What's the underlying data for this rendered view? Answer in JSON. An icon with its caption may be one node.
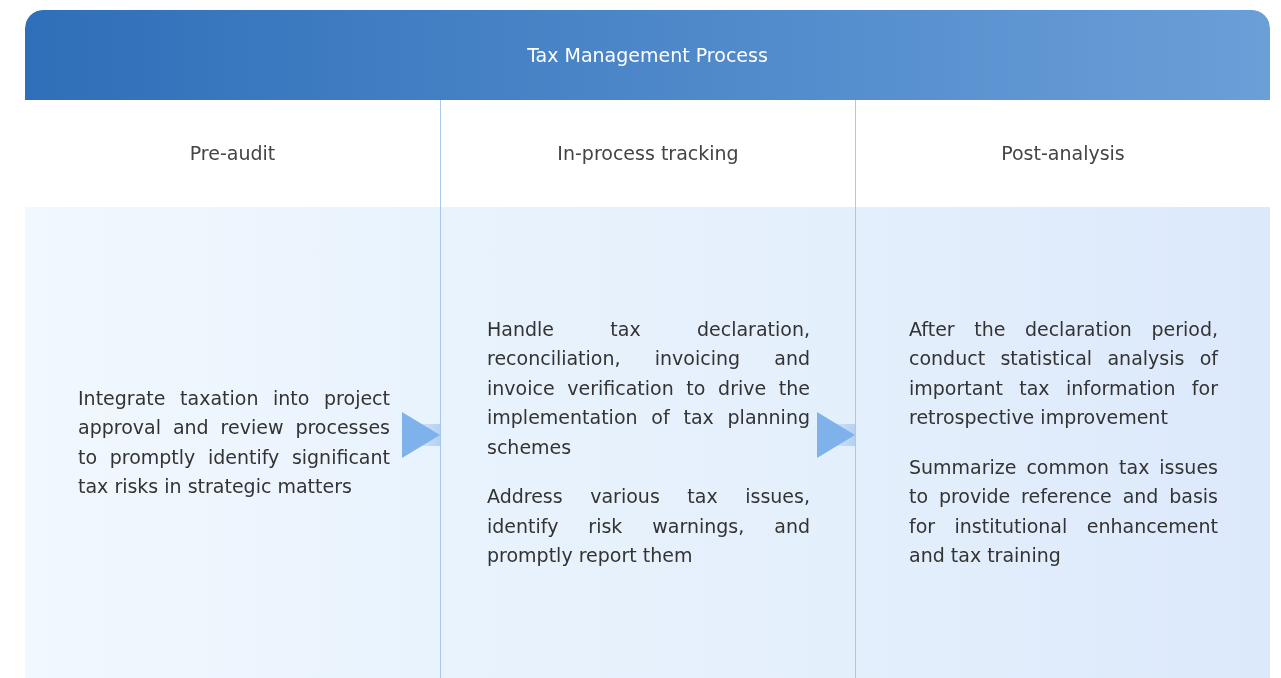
{
  "diagram": {
    "title": "Tax Management Process",
    "nodes": [
      {
        "text": [
          "Pre-audit",
          "Integrate taxation into project approval and review processes to promptly identify significant tax risks in strategic matters"
        ]
      },
      {
        "text": [
          "In-process tracking",
          "Handle tax declaration, reconciliation, invoicing and invoice verification to drive the implementation of tax planning schemes",
          "Address various tax issues, identify risk warnings, and promptly report them"
        ]
      },
      {
        "text": [
          "Post-analysis",
          "After the declaration period, conduct statistical analysis of important tax information for retrospective improvement",
          "Summarize common tax issues to provide reference and basis for institutional enhancement and tax training"
        ]
      }
    ],
    "edges": [
      {
        "from": 0,
        "to": 1,
        "arrow": "to"
      },
      {
        "from": 1,
        "to": 2,
        "arrow": "to"
      }
    ]
  }
}
